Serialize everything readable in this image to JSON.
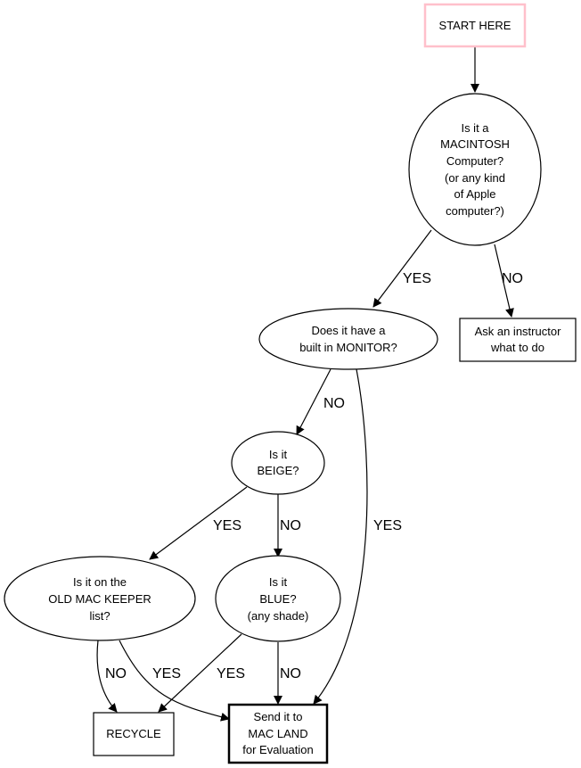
{
  "diagram": {
    "type": "flowchart",
    "colors": {
      "start_border": "#ffc0cb",
      "line": "#000000",
      "background": "#ffffff"
    },
    "nodes": {
      "start": {
        "shape": "box",
        "lines": [
          "START HERE"
        ]
      },
      "is_mac": {
        "shape": "ellipse",
        "lines": [
          "Is it a",
          "MACINTOSH",
          "Computer?",
          "(or any kind",
          "of Apple",
          "computer?)"
        ]
      },
      "monitor": {
        "shape": "ellipse",
        "lines": [
          "Does it have a",
          "built in MONITOR?"
        ]
      },
      "ask": {
        "shape": "box",
        "lines": [
          "Ask an instructor",
          "what to do"
        ]
      },
      "beige": {
        "shape": "ellipse",
        "lines": [
          "Is it",
          "BEIGE?"
        ]
      },
      "keeper": {
        "shape": "ellipse",
        "lines": [
          "Is it on the",
          "OLD MAC KEEPER",
          "list?"
        ]
      },
      "blue": {
        "shape": "ellipse",
        "lines": [
          "Is it",
          "BLUE?",
          "(any shade)"
        ]
      },
      "recycle": {
        "shape": "box",
        "lines": [
          "RECYCLE"
        ]
      },
      "macland": {
        "shape": "box-bold",
        "lines": [
          "Send it to",
          "MAC LAND",
          "for Evaluation"
        ]
      }
    },
    "edges": [
      {
        "from": "start",
        "to": "is_mac",
        "label": ""
      },
      {
        "from": "is_mac",
        "to": "monitor",
        "label": "YES"
      },
      {
        "from": "is_mac",
        "to": "ask",
        "label": "NO"
      },
      {
        "from": "monitor",
        "to": "beige",
        "label": "NO"
      },
      {
        "from": "monitor",
        "to": "macland",
        "label": "YES"
      },
      {
        "from": "beige",
        "to": "keeper",
        "label": "YES"
      },
      {
        "from": "beige",
        "to": "blue",
        "label": "NO"
      },
      {
        "from": "keeper",
        "to": "recycle",
        "label": "NO"
      },
      {
        "from": "keeper",
        "to": "macland",
        "label": "YES"
      },
      {
        "from": "blue",
        "to": "recycle",
        "label": "YES"
      },
      {
        "from": "blue",
        "to": "macland",
        "label": "NO"
      }
    ]
  }
}
